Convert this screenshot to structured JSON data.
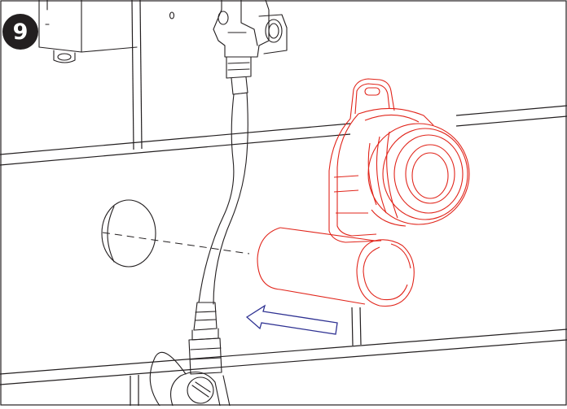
{
  "step": {
    "number": "9"
  },
  "colors": {
    "outline": "#231f20",
    "siphon": "#e1251b",
    "arrow": "#2e3192",
    "badge_bg": "#231f20",
    "badge_text": "#ffffff"
  },
  "icons": {
    "badge": "step-number-badge",
    "siphon": "siphon-outline",
    "direction": "blue-outline-arrow-left"
  }
}
